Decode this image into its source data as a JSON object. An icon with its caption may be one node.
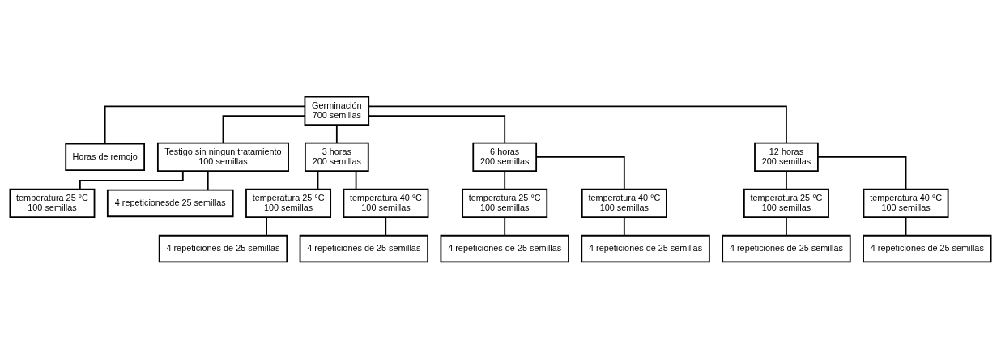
{
  "diagram": {
    "nodes": [
      {
        "text": [
          "Germinación",
          "700 semillas"
        ]
      },
      {
        "text": [
          "Horas de remojo"
        ]
      },
      {
        "text": [
          "Testigo sin ningun tratamiento",
          "100 semillas"
        ]
      },
      {
        "text": [
          "temperatura 25 °C",
          "100 semillas"
        ]
      },
      {
        "text": [
          "4 repeticionesde 25 semillas"
        ]
      },
      {
        "text": [
          "3 horas",
          "200 semillas"
        ]
      },
      {
        "text": [
          "temperatura 25 °C",
          "100 semillas"
        ]
      },
      {
        "text": [
          "4 repeticiones de 25 semillas"
        ]
      },
      {
        "text": [
          "temperatura 40 °C",
          "100 semillas"
        ]
      },
      {
        "text": [
          "4 repeticiones de 25 semillas"
        ]
      },
      {
        "text": [
          "6 horas",
          "200 semillas"
        ]
      },
      {
        "text": [
          "temperatura 25 °C",
          "100 semillas"
        ]
      },
      {
        "text": [
          "4 repeticiones de 25 semillas"
        ]
      },
      {
        "text": [
          "temperatura 40 °C",
          "100 semillas"
        ]
      },
      {
        "text": [
          "4 repeticiones de 25 semillas"
        ]
      },
      {
        "text": [
          "12 horas",
          "200 semillas"
        ]
      },
      {
        "text": [
          "temperatura 25 °C",
          "100 semillas"
        ]
      },
      {
        "text": [
          "4 repeticiones de 25 semillas"
        ]
      },
      {
        "text": [
          "temperatura 40 °C",
          "100 semillas"
        ]
      },
      {
        "text": [
          "4 repeticiones de 25 semillas"
        ]
      }
    ],
    "edges": [
      {
        "from": 0,
        "to": 1,
        "arrow": "none"
      },
      {
        "from": 0,
        "to": 2,
        "arrow": "none"
      },
      {
        "from": 0,
        "to": 5,
        "arrow": "none"
      },
      {
        "from": 0,
        "to": 10,
        "arrow": "none"
      },
      {
        "from": 0,
        "to": 15,
        "arrow": "none"
      },
      {
        "from": 2,
        "to": 3,
        "arrow": "none"
      },
      {
        "from": 2,
        "to": 4,
        "arrow": "none"
      },
      {
        "from": 5,
        "to": 6,
        "arrow": "none"
      },
      {
        "from": 6,
        "to": 7,
        "arrow": "none"
      },
      {
        "from": 5,
        "to": 8,
        "arrow": "none"
      },
      {
        "from": 8,
        "to": 9,
        "arrow": "none"
      },
      {
        "from": 10,
        "to": 11,
        "arrow": "none"
      },
      {
        "from": 11,
        "to": 12,
        "arrow": "none"
      },
      {
        "from": 10,
        "to": 13,
        "arrow": "none"
      },
      {
        "from": 13,
        "to": 14,
        "arrow": "none"
      },
      {
        "from": 15,
        "to": 16,
        "arrow": "none"
      },
      {
        "from": 16,
        "to": 17,
        "arrow": "none"
      },
      {
        "from": 15,
        "to": 18,
        "arrow": "none"
      },
      {
        "from": 18,
        "to": 19,
        "arrow": "none"
      }
    ]
  }
}
